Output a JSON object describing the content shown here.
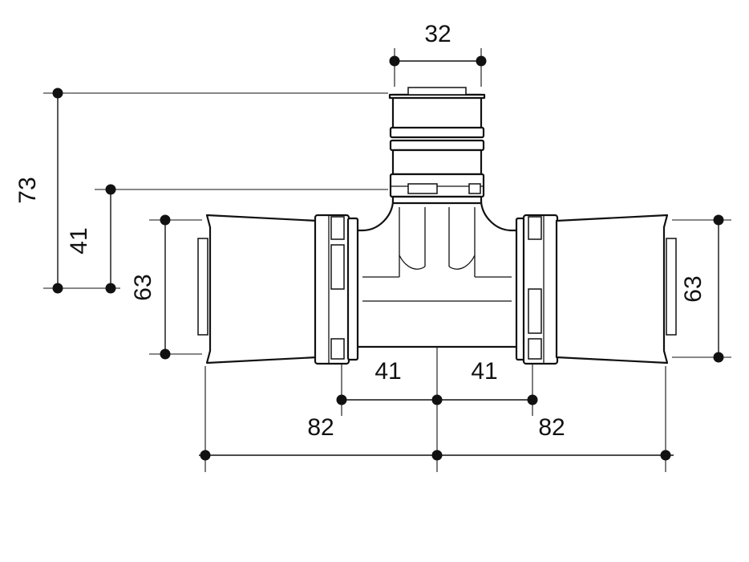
{
  "diagram": {
    "dimensions": {
      "branch_width": "32",
      "total_height": "73",
      "center_height": "41",
      "left_outer_diameter": "63",
      "right_outer_diameter": "63",
      "left_half_insert": "41",
      "right_half_insert": "41",
      "left_length": "82",
      "right_length": "82"
    },
    "colors": {
      "line": "#111111",
      "background": "#ffffff"
    }
  }
}
